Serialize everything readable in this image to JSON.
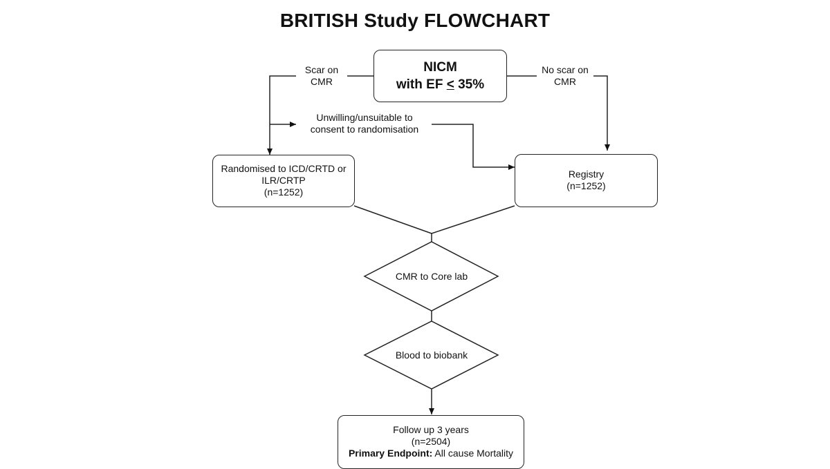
{
  "title": "BRITISH Study FLOWCHART",
  "nodes": {
    "start": {
      "line1": "NICM",
      "line2_prefix": "with EF ",
      "line2_symbol": "<",
      "line2_suffix": " 35%"
    },
    "randomised": {
      "line1": "Randomised to ICD/CRTD or",
      "line2": "ILR/CRTP",
      "line3": "(n=1252)"
    },
    "registry": {
      "line1": "Registry",
      "line2": "(n=1252)"
    },
    "cmr_core_lab": "CMR to Core lab",
    "blood_biobank": "Blood to biobank",
    "follow_up": {
      "line1": "Follow up 3 years",
      "line2": "(n=2504)",
      "line3_bold": "Primary Endpoint:",
      "line3_rest": " All cause Mortality"
    }
  },
  "edge_labels": {
    "scar": {
      "line1": "Scar on",
      "line2": "CMR"
    },
    "no_scar": {
      "line1": "No scar on",
      "line2": "CMR"
    },
    "unwilling": {
      "line1": "Unwilling/unsuitable to",
      "line2": "consent to randomisation"
    }
  },
  "colors": {
    "stroke": "#222222",
    "text": "#111111",
    "background": "#ffffff"
  }
}
